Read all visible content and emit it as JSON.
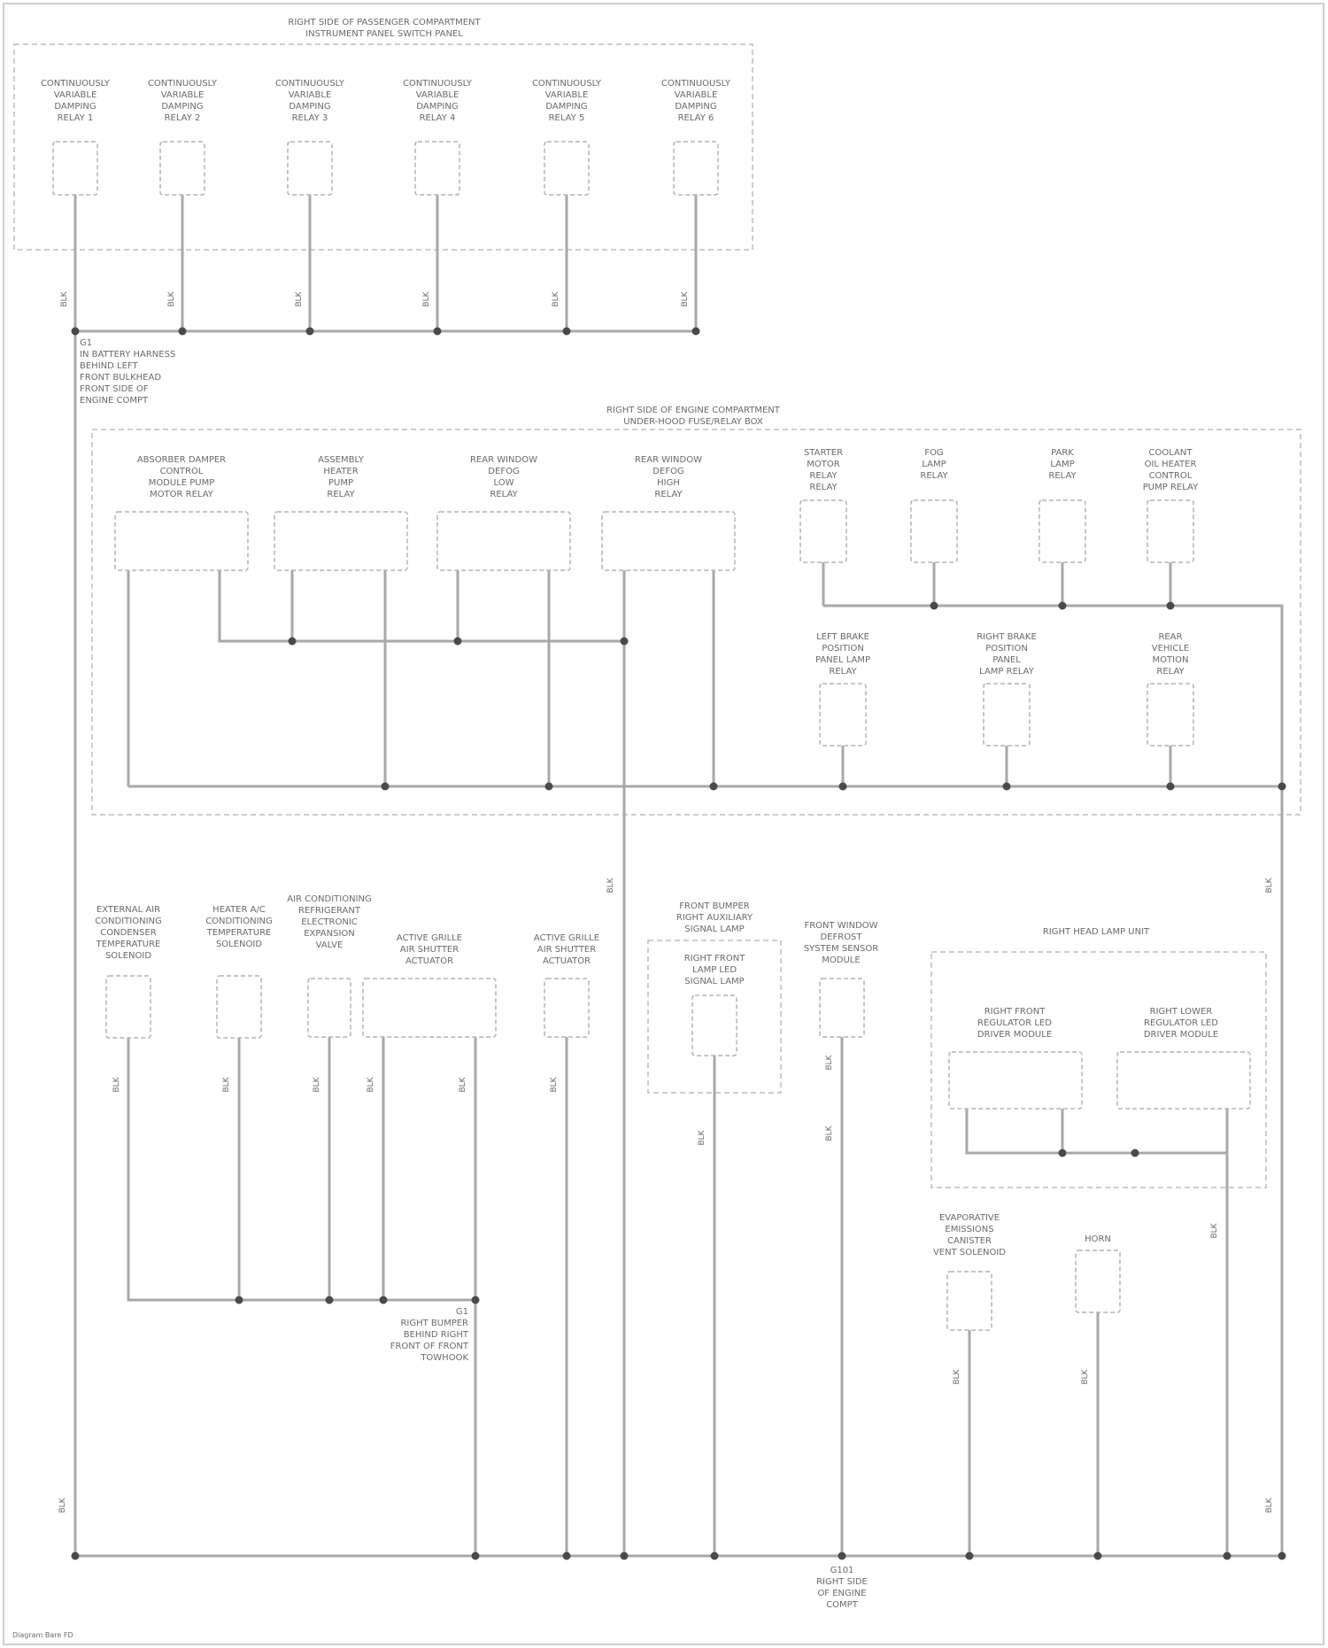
{
  "groups": {
    "top": [
      "RIGHT SIDE OF PASSENGER COMPARTMENT",
      "INSTRUMENT PANEL SWITCH PANEL"
    ],
    "mid": [
      "RIGHT SIDE OF ENGINE COMPARTMENT",
      "UNDER-HOOD FUSE/RELAY BOX"
    ],
    "lamp": [
      "RIGHT HEAD LAMP UNIT"
    ]
  },
  "components": {
    "top": [
      [
        "CONTINUOUSLY",
        "VARIABLE",
        "DAMPING",
        "RELAY 1"
      ],
      [
        "CONTINUOUSLY",
        "VARIABLE",
        "DAMPING",
        "RELAY 2"
      ],
      [
        "CONTINUOUSLY",
        "VARIABLE",
        "DAMPING",
        "RELAY 3"
      ],
      [
        "CONTINUOUSLY",
        "VARIABLE",
        "DAMPING",
        "RELAY 4"
      ],
      [
        "CONTINUOUSLY",
        "VARIABLE",
        "DAMPING",
        "RELAY 5"
      ],
      [
        "CONTINUOUSLY",
        "VARIABLE",
        "DAMPING",
        "RELAY 6"
      ]
    ],
    "midWide": [
      [
        "ABSORBER DAMPER",
        "CONTROL",
        "MODULE PUMP",
        "MOTOR RELAY"
      ],
      [
        "ASSEMBLY",
        "HEATER",
        "PUMP",
        "RELAY"
      ],
      [
        "REAR WINDOW",
        "DEFOG",
        "LOW",
        "RELAY"
      ],
      [
        "REAR WINDOW",
        "DEFOG",
        "HIGH",
        "RELAY"
      ]
    ],
    "midSmall": [
      [
        "STARTER",
        "MOTOR",
        "RELAY",
        "RELAY"
      ],
      [
        "FOG",
        "LAMP",
        "RELAY"
      ],
      [
        "PARK",
        "LAMP",
        "RELAY"
      ],
      [
        "COOLANT",
        "OIL HEATER",
        "CONTROL",
        "PUMP RELAY"
      ]
    ],
    "midLower": [
      [
        "LEFT BRAKE",
        "POSITION",
        "PANEL LAMP",
        "RELAY"
      ],
      [
        "RIGHT BRAKE",
        "POSITION",
        "PANEL",
        "LAMP RELAY"
      ],
      [
        "REAR",
        "VEHICLE",
        "MOTION",
        "RELAY"
      ]
    ],
    "lower": [
      [
        "EXTERNAL AIR",
        "CONDITIONING",
        "CONDENSER",
        "TEMPERATURE",
        "SOLENOID"
      ],
      [
        "HEATER A/C",
        "CONDITIONING",
        "TEMPERATURE",
        "SOLENOID"
      ],
      [
        "AIR CONDITIONING",
        "REFRIGERANT",
        "ELECTRONIC",
        "EXPANSION",
        "VALVE"
      ],
      [
        "ACTIVE GRILLE",
        "AIR SHUTTER",
        "ACTUATOR"
      ],
      [
        "ACTIVE GRILLE",
        "AIR SHUTTER",
        "ACTUATOR"
      ]
    ],
    "fogGroup": [
      "FRONT BUMPER",
      "RIGHT AUXILIARY",
      "SIGNAL LAMP"
    ],
    "fogInner": [
      "RIGHT FRONT",
      "LAMP LED",
      "SIGNAL LAMP"
    ],
    "washer": [
      "FRONT WINDOW",
      "DEFROST",
      "SYSTEM SENSOR",
      "MODULE"
    ],
    "lampA": [
      "RIGHT FRONT",
      "REGULATOR LED",
      "DRIVER MODULE"
    ],
    "lampB": [
      "RIGHT LOWER",
      "REGULATOR LED",
      "DRIVER MODULE"
    ],
    "bottom": [
      [
        "EVAPORATIVE",
        "EMISSIONS",
        "CANISTER",
        "VENT SOLENOID"
      ],
      [
        "HORN"
      ]
    ]
  },
  "wireColors": {
    "top": [
      "BLK",
      "BLK",
      "BLK",
      "BLK",
      "BLK",
      "BLK"
    ],
    "lower": [
      "BLK",
      "BLK",
      "BLK",
      "BLK",
      "BLK",
      "BLK"
    ],
    "misc": [
      "BLK",
      "BLK",
      "BLK",
      "BLK",
      "BLK",
      "BLK",
      "BLK",
      "BLK",
      "BLK",
      "BLK"
    ]
  },
  "notes": {
    "splice1": [
      "G1",
      "IN BATTERY HARNESS",
      "BEHIND LEFT",
      "FRONT BULKHEAD",
      "FRONT SIDE OF",
      "ENGINE COMPT"
    ],
    "splice2": [
      "G1",
      "RIGHT BUMPER",
      "BEHIND RIGHT",
      "FRONT OF FRONT",
      "TOWHOOK"
    ],
    "ground": [
      "G101",
      "RIGHT SIDE",
      "OF ENGINE",
      "COMPT"
    ],
    "footer": "Diagram Bare FD"
  }
}
